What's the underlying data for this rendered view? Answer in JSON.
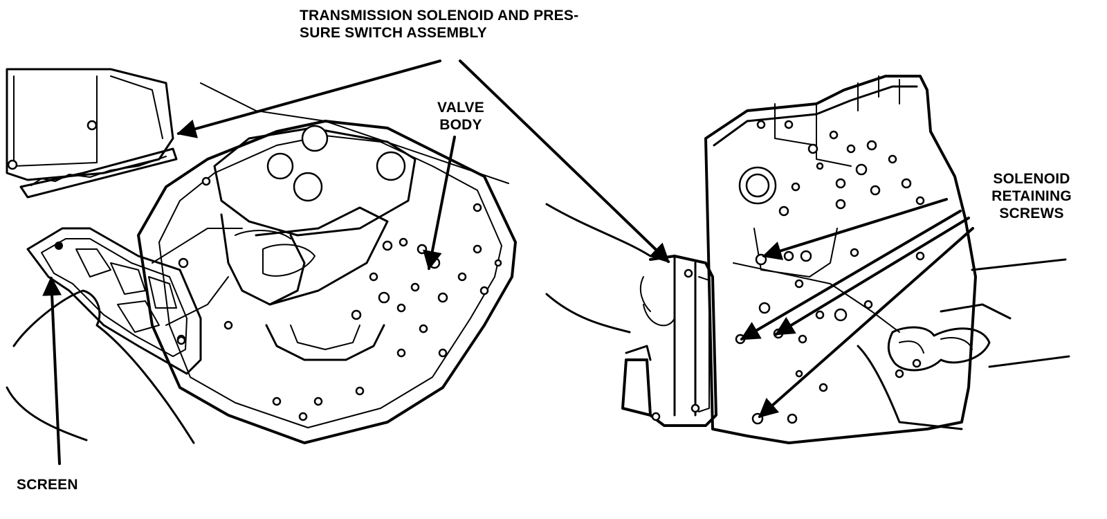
{
  "labels": {
    "solenoid_assembly": [
      "TRANSMISSION SOLENOID AND PRES-",
      "SURE SWITCH ASSEMBLY"
    ],
    "valve_body": [
      "VALVE",
      "BODY"
    ],
    "screen": "SCREEN",
    "retaining_screws": [
      "SOLENOID",
      "RETAINING",
      "SCREWS"
    ]
  },
  "colors": {
    "ink": "#000000",
    "paper": "#ffffff"
  }
}
